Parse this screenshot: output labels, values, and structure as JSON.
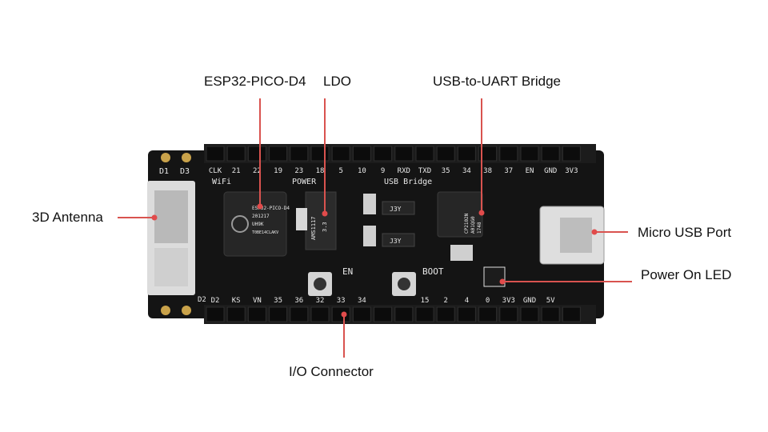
{
  "labels": {
    "esp32": "ESP32-PICO-D4",
    "ldo": "LDO",
    "usb_uart": "USB-to-UART Bridge",
    "antenna": "3D Antenna",
    "micro_usb": "Micro USB Port",
    "power_led": "Power On LED",
    "io_connector": "I/O Connector"
  },
  "board": {
    "top_header_pins": [
      "CLK",
      "21",
      "22",
      "19",
      "23",
      "18",
      "5",
      "10",
      "9",
      "RXD",
      "TXD",
      "35",
      "34",
      "38",
      "37",
      "EN",
      "GND",
      "3V3"
    ],
    "bottom_header_pins": [
      "D2",
      "KS",
      "VN",
      "35",
      "36",
      "32",
      "33",
      "34",
      "",
      "",
      "15",
      "2",
      "4",
      "0",
      "3V3",
      "GND",
      "5V"
    ],
    "left_top_pins": [
      "D1",
      "D3"
    ],
    "left_bottom_pins": [
      "D2"
    ],
    "section_wifi": "WiFi",
    "section_power": "POWER",
    "section_usb": "USB Bridge",
    "button_en": "EN",
    "button_boot": "BOOT",
    "esp_chip_text": [
      "ESP32-PICO-D4",
      "201217",
      "UH9K",
      "T0BE14CLAKV"
    ],
    "ldo_chip_text": [
      "AMS1117",
      "3.3"
    ],
    "uart_chip_text": [
      "CP2102N",
      "A01QG0",
      "1748"
    ],
    "j3y_1": "J3Y",
    "j3y_2": "J3Y"
  },
  "colors": {
    "pcb": "#141414",
    "header": "#1c1c1c",
    "gold": "#c9a24a",
    "callout_line": "#d9534f",
    "callout_dot": "#e14b4b",
    "text": "#111111"
  }
}
